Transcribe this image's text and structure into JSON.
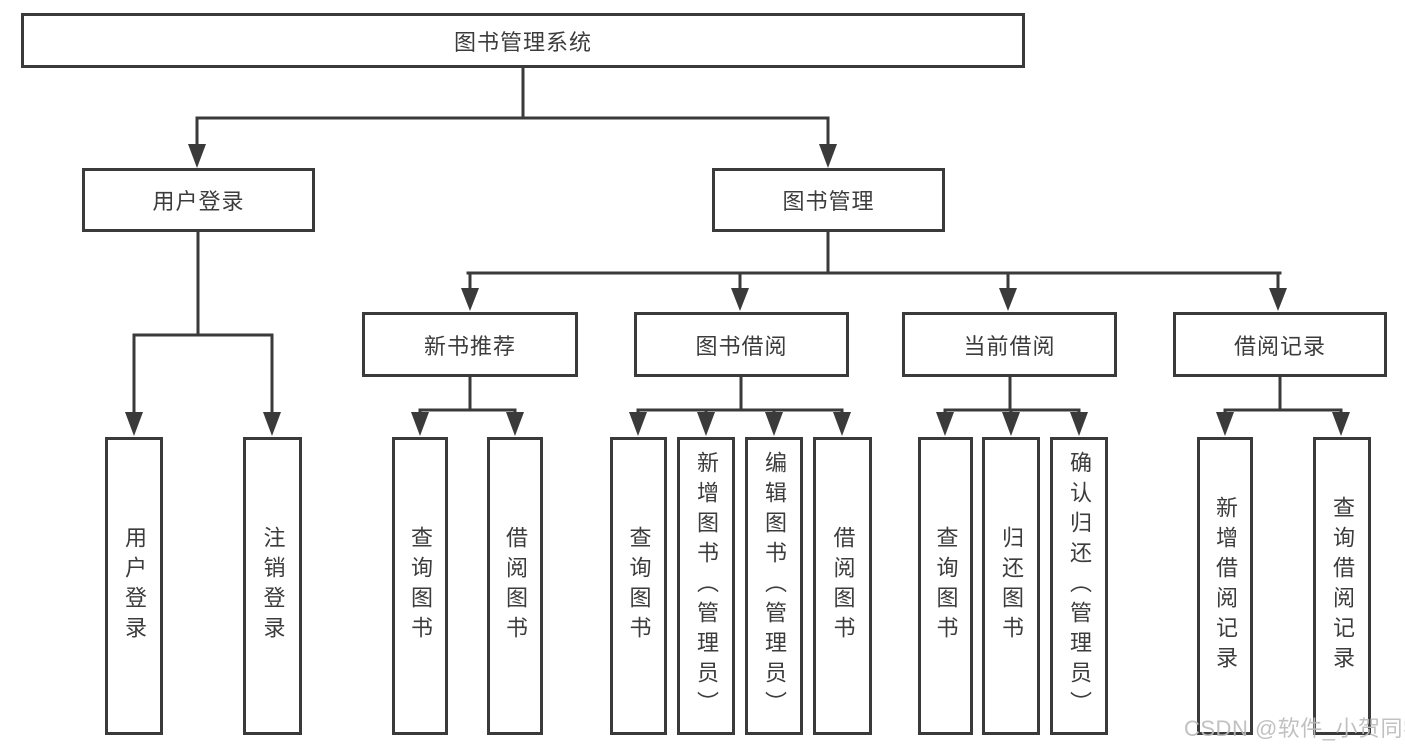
{
  "diagram": {
    "title": "图书管理系统",
    "root": {
      "label": "图书管理系统"
    },
    "level2": [
      {
        "id": "user-login",
        "label": "用户登录"
      },
      {
        "id": "book-management",
        "label": "图书管理"
      }
    ],
    "level3": [
      {
        "id": "new-book-recommend",
        "label": "新书推荐",
        "parent": "book-management"
      },
      {
        "id": "book-borrow",
        "label": "图书借阅",
        "parent": "book-management"
      },
      {
        "id": "current-borrow",
        "label": "当前借阅",
        "parent": "book-management"
      },
      {
        "id": "borrow-records",
        "label": "借阅记录",
        "parent": "book-management"
      }
    ],
    "leaves": [
      {
        "id": "user-login-leaf",
        "label": "用户登录",
        "parent": "user-login"
      },
      {
        "id": "logout",
        "label": "注销登录",
        "parent": "user-login"
      },
      {
        "id": "query-books-1",
        "label": "查询图书",
        "parent": "new-book-recommend"
      },
      {
        "id": "borrow-books-1",
        "label": "借阅图书",
        "parent": "new-book-recommend"
      },
      {
        "id": "query-books-2",
        "label": "查询图书",
        "parent": "book-borrow"
      },
      {
        "id": "add-book-admin",
        "label": "新增图书（管理员）",
        "parent": "book-borrow"
      },
      {
        "id": "edit-book-admin",
        "label": "编辑图书（管理员）",
        "parent": "book-borrow"
      },
      {
        "id": "borrow-books-2",
        "label": "借阅图书",
        "parent": "book-borrow"
      },
      {
        "id": "query-books-3",
        "label": "查询图书",
        "parent": "current-borrow"
      },
      {
        "id": "return-books",
        "label": "归还图书",
        "parent": "current-borrow"
      },
      {
        "id": "confirm-return-admin",
        "label": "确认归还（管理员）",
        "parent": "current-borrow"
      },
      {
        "id": "add-borrow-record",
        "label": "新增借阅记录",
        "parent": "borrow-records"
      },
      {
        "id": "query-borrow-record",
        "label": "查询借阅记录",
        "parent": "borrow-records"
      }
    ],
    "watermark": "CSDN @软件_小贺同学",
    "colors": {
      "line": "#3a3a3a",
      "border": "#3a3a3a",
      "text": "#3c3c3c",
      "watermark": "#bcbcbc",
      "background": "#ffffff"
    }
  }
}
